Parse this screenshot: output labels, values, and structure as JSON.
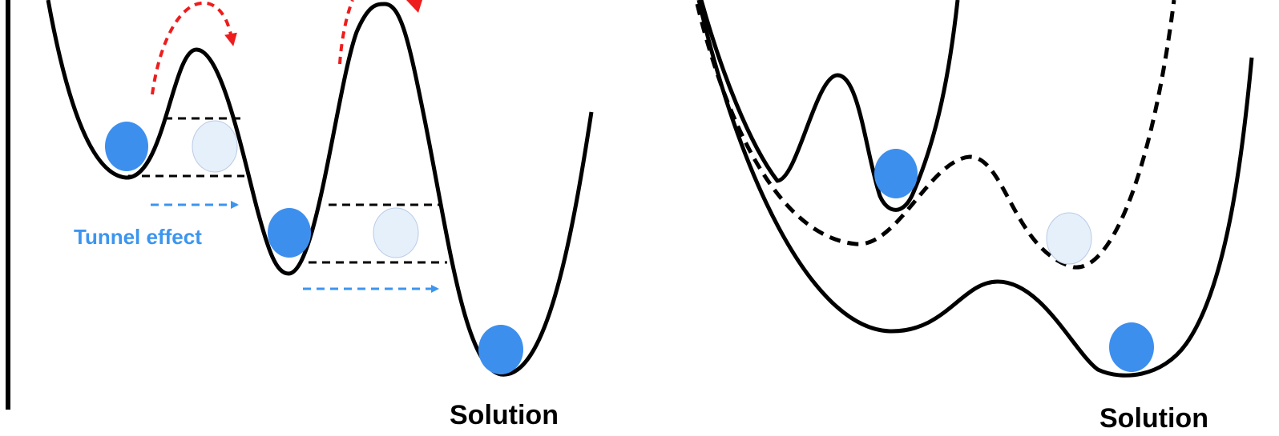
{
  "left_panel": {
    "tunnel_label": "Tunnel effect",
    "solution_label": "Solution"
  },
  "right_panel": {
    "solution_label": "Solution"
  },
  "colors": {
    "curve": "#000000",
    "ball_filled": "#3d8fee",
    "ball_ghost": "#e6f0fb",
    "tunnel_arrow": "#3c95ef",
    "hop_arrow": "#ee1c1c"
  }
}
